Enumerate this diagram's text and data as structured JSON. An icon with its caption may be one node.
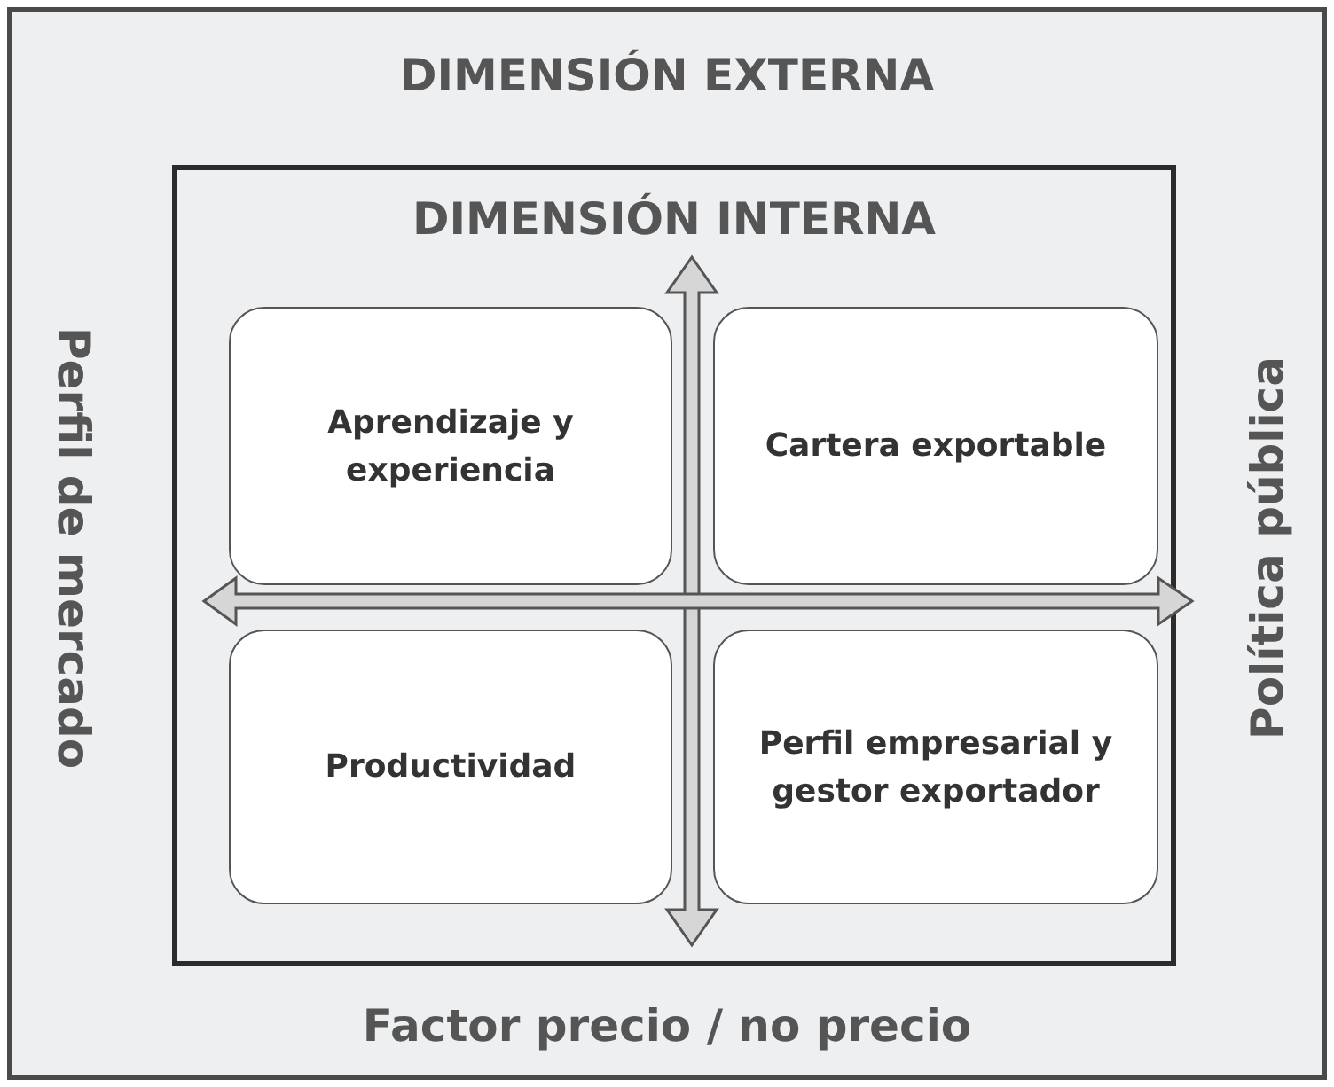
{
  "diagram": {
    "nodes": [
      {
        "text": [
          "DIMENSIÓN EXTERNA",
          "Perfil de mercado",
          "Política pública",
          "Factor precio / no precio"
        ]
      },
      {
        "text": [
          "DIMENSIÓN INTERNA"
        ],
        "in": 0
      },
      {
        "text": [
          "Aprendizaje y experiencia"
        ],
        "in": 1
      },
      {
        "text": [
          "Cartera exportable"
        ],
        "in": 1
      },
      {
        "text": [
          "Productividad"
        ],
        "in": 1
      },
      {
        "text": [
          "Perfil empresarial y gestor exportador"
        ],
        "in": 1
      }
    ]
  }
}
